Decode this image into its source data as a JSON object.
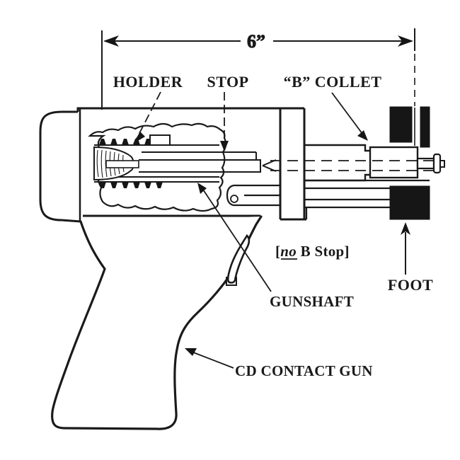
{
  "diagram": {
    "dimension_label": "6”",
    "labels": {
      "holder": "HOLDER",
      "stop": "STOP",
      "b_collet": "“B” COLLET",
      "foot": "FOOT",
      "gunshaft": "GUNSHAFT",
      "cd_contact_gun": "CD CONTACT GUN"
    },
    "note": {
      "open": "[",
      "emphasis": "no",
      "rest": " B Stop]"
    },
    "colors": {
      "ink": "#1a1a1a",
      "background": "#ffffff"
    }
  }
}
